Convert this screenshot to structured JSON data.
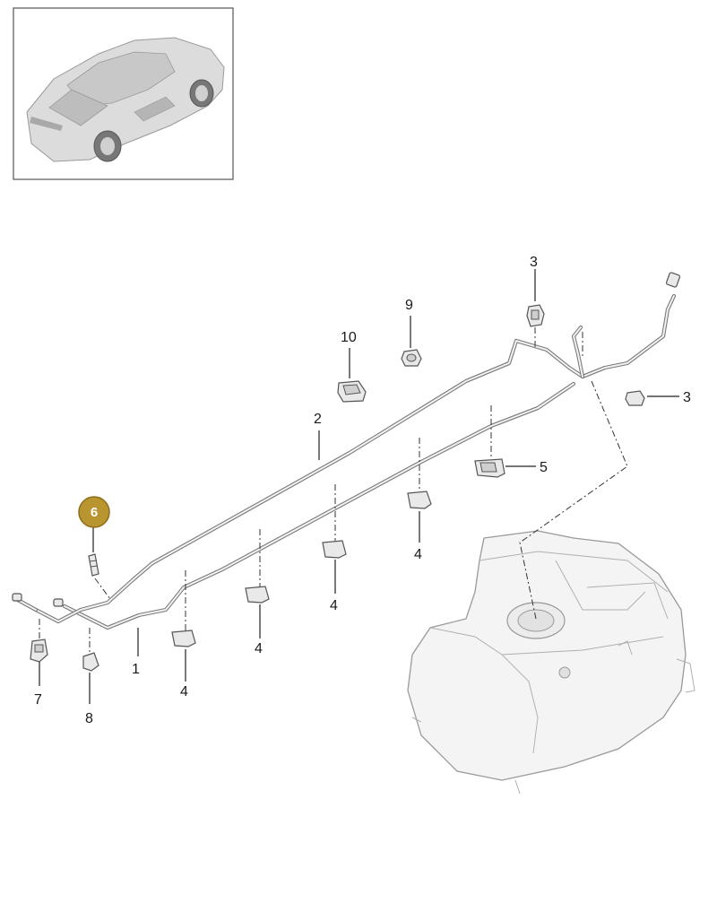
{
  "diagram": {
    "highlight_color": "#b8952e",
    "thumbnail_icon": "sports-car-icon",
    "fuel_tank_icon": "fuel-tank-icon",
    "callouts": [
      {
        "id": "c1",
        "label": "1"
      },
      {
        "id": "c2",
        "label": "2"
      },
      {
        "id": "c3a",
        "label": "3"
      },
      {
        "id": "c3b",
        "label": "3"
      },
      {
        "id": "c4a",
        "label": "4"
      },
      {
        "id": "c4b",
        "label": "4"
      },
      {
        "id": "c4c",
        "label": "4"
      },
      {
        "id": "c4d",
        "label": "4"
      },
      {
        "id": "c5",
        "label": "5"
      },
      {
        "id": "c6",
        "label": "6",
        "highlighted": true
      },
      {
        "id": "c7",
        "label": "7"
      },
      {
        "id": "c8",
        "label": "8"
      },
      {
        "id": "c9",
        "label": "9"
      },
      {
        "id": "c10",
        "label": "10"
      }
    ]
  }
}
